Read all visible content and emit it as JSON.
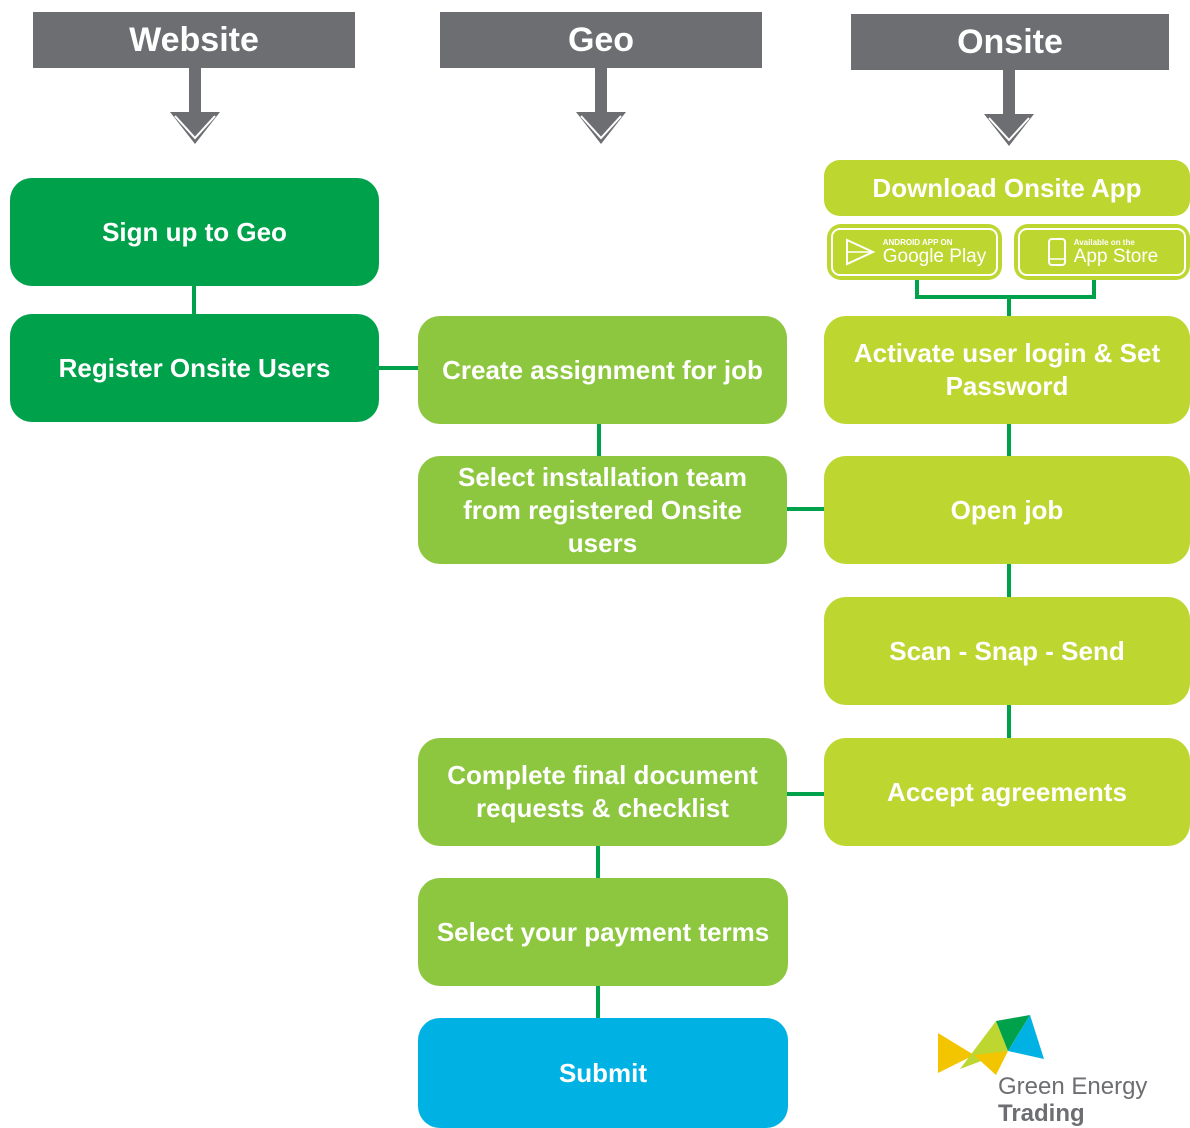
{
  "columns": {
    "website": "Website",
    "geo": "Geo",
    "onsite": "Onsite"
  },
  "website_steps": {
    "sign_up": "Sign up to Geo",
    "register_users": "Register Onsite Users"
  },
  "geo_steps": {
    "create_assignment": "Create assignment for job",
    "select_team": "Select installation team from registered Onsite users",
    "complete_docs": "Complete final document requests & checklist",
    "payment_terms": "Select your payment terms",
    "submit": "Submit"
  },
  "onsite_steps": {
    "download_app": "Download Onsite App",
    "activate_login": "Activate user login & Set Password",
    "open_job": "Open job",
    "scan_snap_send": "Scan - Snap - Send",
    "accept_agreements": "Accept agreements"
  },
  "stores": {
    "google_small": "ANDROID APP ON",
    "google_big": "Google Play",
    "apple_small": "Available on the",
    "apple_big": "App Store"
  },
  "logo": {
    "line1": "Green Energy",
    "line2": "Trading"
  },
  "colors": {
    "header": "#6d6e71",
    "website_box": "#00a14b",
    "geo_box": "#8dc63f",
    "onsite_box": "#bed630",
    "submit_box": "#00b2e3",
    "connector": "#00a14b"
  }
}
